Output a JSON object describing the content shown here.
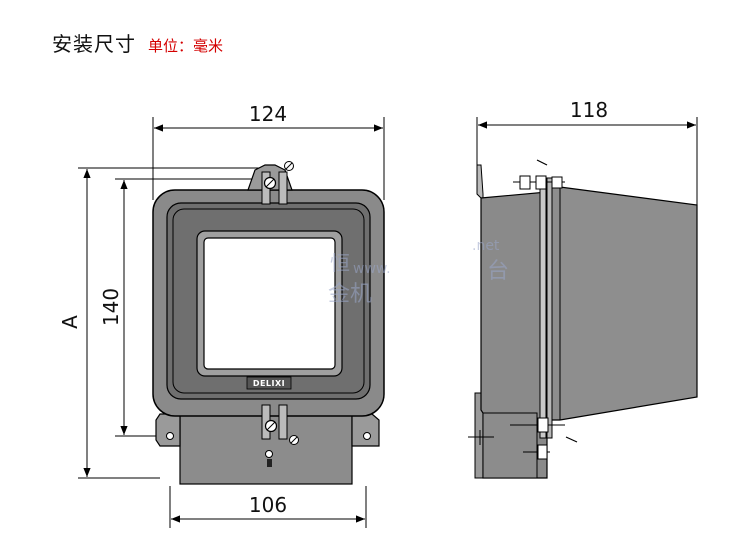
{
  "header": {
    "title": "安装尺寸",
    "unit_label": "单位：毫米"
  },
  "dimensions": {
    "front_width_top": "124",
    "front_height": "140",
    "front_total_height": "A",
    "front_width_bottom": "106",
    "side_depth": "118"
  },
  "device": {
    "brand": "DELIXI"
  },
  "watermark": {
    "line1": "www.",
    "line2": "金机",
    "line3": ".net",
    "line4": "台",
    "line5": "恒"
  },
  "colors": {
    "body_gray": "#8a8a8a",
    "body_dark": "#6e6e6e",
    "window": "#ffffff",
    "unit_red": "#d40000",
    "line": "#000000"
  }
}
